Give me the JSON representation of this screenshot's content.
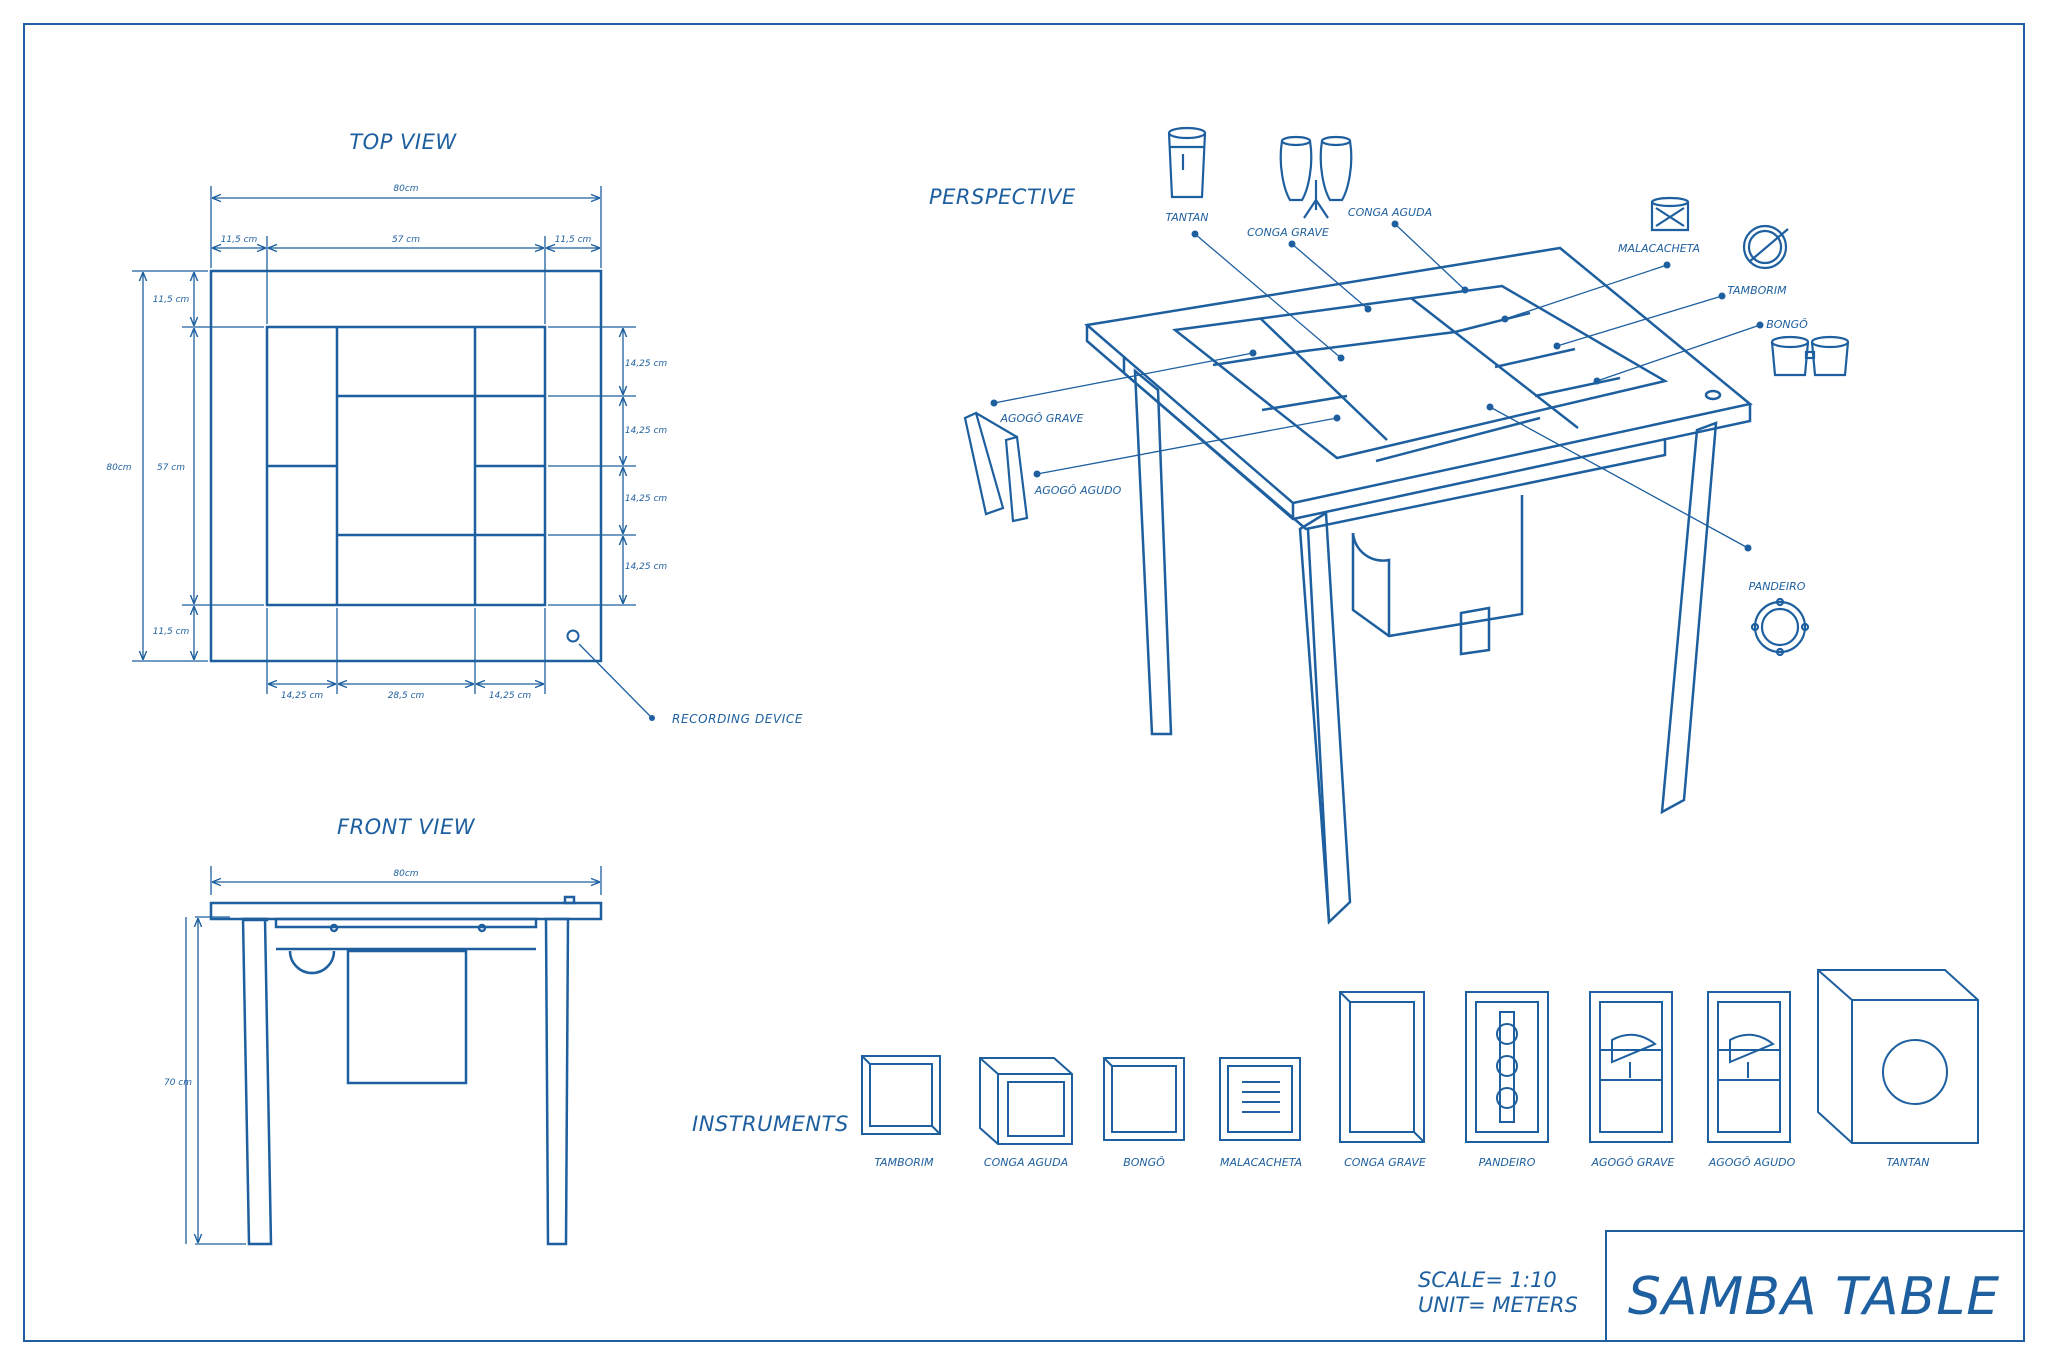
{
  "title_block": {
    "title": "SAMBA TABLE",
    "scale": "SCALE= 1:10",
    "unit": "UNIT= METERS"
  },
  "top_view": {
    "heading": "TOP VIEW",
    "dims": {
      "overall_width": "80cm",
      "border_left": "11,5 cm",
      "inner_width": "57 cm",
      "border_right": "11,5 cm",
      "border_top": "11,5 cm",
      "inner_height": "57 cm",
      "overall_height": "80cm",
      "border_bottom": "11,5 cm",
      "row1": "14,25 cm",
      "row2": "14,25 cm",
      "row3": "14,25 cm",
      "row4": "14,25 cm",
      "col_left": "14,25 cm",
      "col_center": "28,5 cm",
      "col_right": "14,25 cm"
    },
    "recording_device": "RECORDING DEVICE"
  },
  "front_view": {
    "heading": "FRONT VIEW",
    "width": "80cm",
    "height": "70 cm"
  },
  "perspective": {
    "heading": "PERSPECTIVE",
    "callouts": {
      "tantan": "TANTAN",
      "conga_grave": "CONGA GRAVE",
      "conga_aguda": "CONGA AGUDA",
      "malacacheta": "MALACACHETA",
      "tamborim": "TAMBORIM",
      "bongo": "BONGÔ",
      "pandeiro": "PANDEIRO",
      "agogo_grave": "AGOGÔ GRAVE",
      "agogo_agudo": "AGOGÔ AGUDO"
    }
  },
  "instruments": {
    "heading": "INSTRUMENTS",
    "items": [
      {
        "label": "TAMBORIM"
      },
      {
        "label": "CONGA AGUDA"
      },
      {
        "label": "BONGÔ"
      },
      {
        "label": "MALACACHETA"
      },
      {
        "label": "CONGA GRAVE"
      },
      {
        "label": "PANDEIRO"
      },
      {
        "label": "AGOGÔ GRAVE"
      },
      {
        "label": "AGOGÔ AGUDO"
      },
      {
        "label": "TANTAN"
      }
    ]
  },
  "colors": {
    "ink": "#1d5f9f",
    "paper": "#ffffff"
  }
}
